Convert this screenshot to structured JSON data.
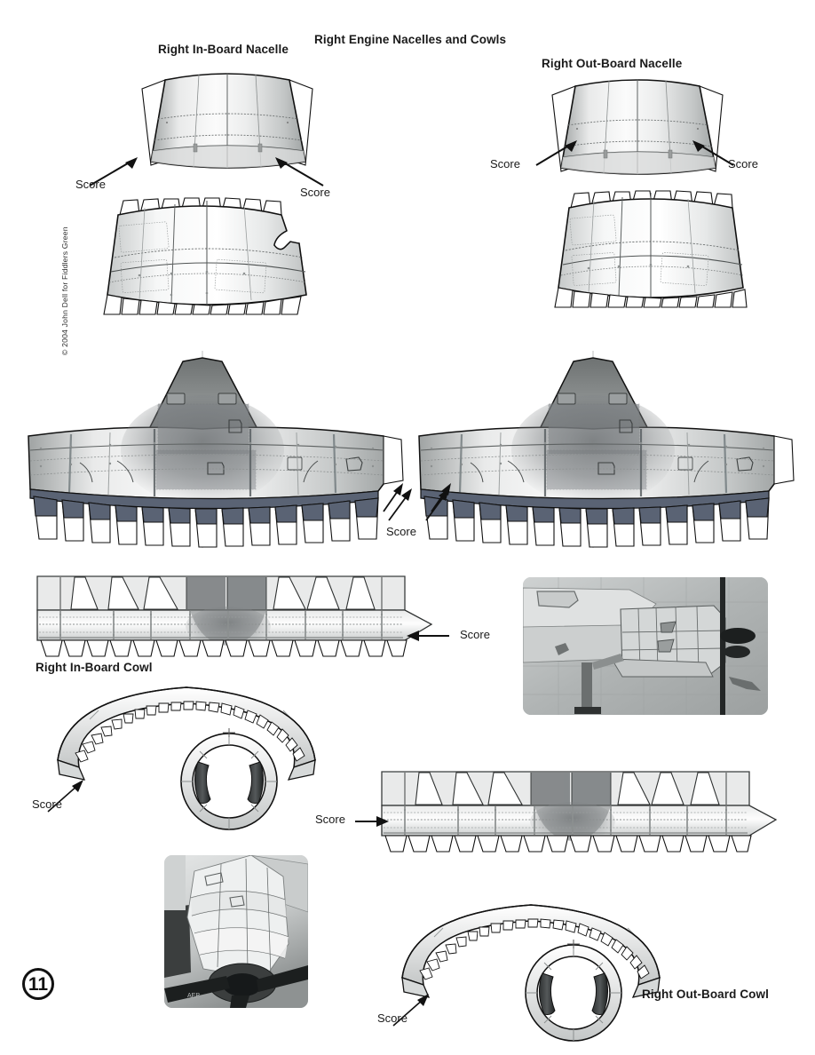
{
  "page": {
    "number": "11",
    "heading": "Right Engine Nacelles and Cowls",
    "copyright": "© 2004 John Dell for Fiddlers Green"
  },
  "labels": {
    "right_inboard_nacelle": "Right In-Board Nacelle",
    "right_outboard_nacelle": "Right Out-Board Nacelle",
    "right_inboard_cowl": "Right In-Board Cowl",
    "right_outboard_cowl": "Right Out-Board Cowl",
    "score": "Score"
  },
  "score_markers": [
    {
      "id": "score-inboard-nacelle-left",
      "text": "Score"
    },
    {
      "id": "score-inboard-nacelle-right",
      "text": "Score"
    },
    {
      "id": "score-outboard-nacelle-left",
      "text": "Score"
    },
    {
      "id": "score-outboard-nacelle-right",
      "text": "Score"
    },
    {
      "id": "score-main-nacelles-center",
      "text": "Score"
    },
    {
      "id": "score-inboard-cowl-right",
      "text": "Score"
    },
    {
      "id": "score-inboard-cowl-ring",
      "text": "Score"
    },
    {
      "id": "score-outboard-cowl-left",
      "text": "Score"
    },
    {
      "id": "score-outboard-cowl-ring",
      "text": "Score"
    }
  ],
  "parts": [
    {
      "name": "right-inboard-nacelle-upper-band",
      "label": "Right In-Board Nacelle"
    },
    {
      "name": "right-inboard-nacelle-lower-band",
      "label": ""
    },
    {
      "name": "right-outboard-nacelle-upper-band",
      "label": "Right Out-Board Nacelle"
    },
    {
      "name": "right-outboard-nacelle-lower-band",
      "label": ""
    },
    {
      "name": "right-inboard-nacelle-main-body",
      "label": ""
    },
    {
      "name": "right-outboard-nacelle-main-body",
      "label": ""
    },
    {
      "name": "right-inboard-cowl-wrap",
      "label": "Right In-Board Cowl"
    },
    {
      "name": "right-inboard-cowl-ring-strip",
      "label": ""
    },
    {
      "name": "right-inboard-cowl-face-ring",
      "label": ""
    },
    {
      "name": "right-outboard-cowl-wrap",
      "label": "Right Out-Board Cowl"
    },
    {
      "name": "right-outboard-cowl-ring-strip",
      "label": ""
    },
    {
      "name": "right-outboard-cowl-face-ring",
      "label": ""
    }
  ],
  "photos": [
    {
      "name": "photo-nacelle-underwing",
      "caption": ""
    },
    {
      "name": "photo-cowl-propeller",
      "caption": ""
    }
  ],
  "colors": {
    "ink": "#1a1a1a",
    "paper": "#ffffff",
    "panel_light": "#f2f3f3",
    "panel_mid": "#cfd1d1",
    "panel_dark": "#9b9e9e",
    "shadow_grey": "#8e9192",
    "belly_blue_grey": "#5a6374",
    "photo_grey": "#a7abab"
  }
}
